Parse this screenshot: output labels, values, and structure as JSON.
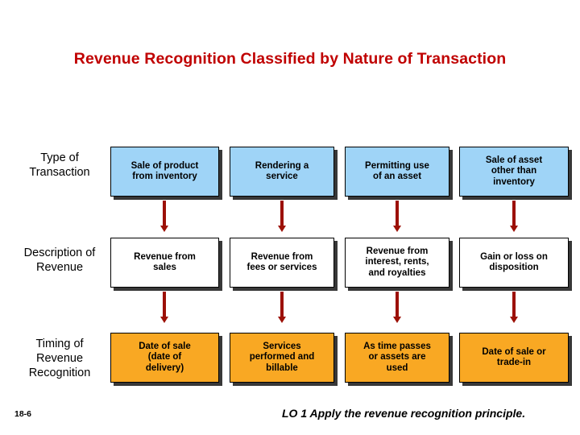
{
  "slide": {
    "title": "Revenue Recognition Classified by Nature of Transaction",
    "slide_number": "18-6",
    "footer_note": "LO 1  Apply the revenue recognition principle.",
    "title_color": "#C00000",
    "arrow_color": "#9C1006"
  },
  "matrix": {
    "row_labels": [
      {
        "lines": [
          "Type of",
          "Transaction"
        ]
      },
      {
        "lines": [
          "Description",
          "of Revenue"
        ]
      },
      {
        "lines": [
          "Timing of",
          "Revenue",
          "Recognition"
        ]
      }
    ],
    "rows": [
      {
        "style": "blue",
        "cells": [
          {
            "lines": [
              "Sale of product",
              "from inventory"
            ]
          },
          {
            "lines": [
              "Rendering a",
              "service"
            ]
          },
          {
            "lines": [
              "Permitting use",
              "of an asset"
            ]
          },
          {
            "lines": [
              "Sale of asset",
              "other than",
              "inventory"
            ]
          }
        ]
      },
      {
        "style": "white",
        "cells": [
          {
            "lines": [
              "Revenue from",
              "sales"
            ]
          },
          {
            "lines": [
              "Revenue from",
              "fees or services"
            ]
          },
          {
            "lines": [
              "Revenue from",
              "interest, rents,",
              "and royalties"
            ]
          },
          {
            "lines": [
              "Gain or loss on",
              "disposition"
            ]
          }
        ]
      },
      {
        "style": "orange",
        "cells": [
          {
            "lines": [
              "Date of sale",
              "(date of",
              "delivery)"
            ]
          },
          {
            "lines": [
              "Services",
              "performed and",
              "billable"
            ]
          },
          {
            "lines": [
              "As time passes",
              "or assets are",
              "used"
            ]
          },
          {
            "lines": [
              "Date of sale or",
              "trade-in"
            ]
          }
        ]
      }
    ]
  }
}
